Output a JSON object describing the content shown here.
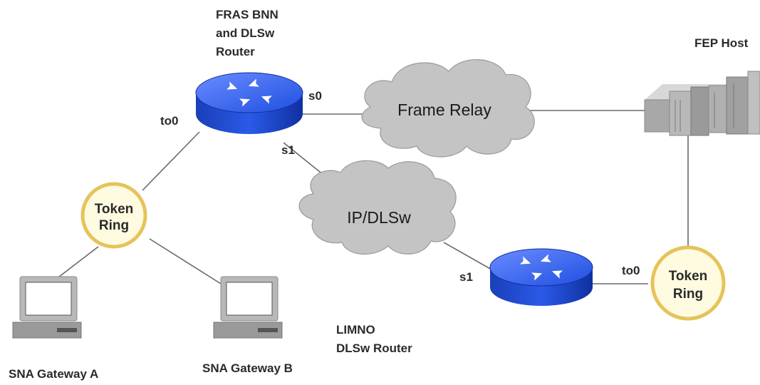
{
  "labels": {
    "router1_line1": "FRAS BNN",
    "router1_line2": "and DLSw",
    "router1_line3": "Router",
    "fep_host": "FEP Host",
    "frame_relay": "Frame Relay",
    "ip_dlsw": "IP/DLSw",
    "token_ring_left_line1": "Token",
    "token_ring_left_line2": "Ring",
    "token_ring_right_line1": "Token",
    "token_ring_right_line2": "Ring",
    "router2_line1": "LIMNO",
    "router2_line2": "DLSw Router",
    "gateway_a": "SNA Gateway A",
    "gateway_b": "SNA Gateway B"
  },
  "interfaces": {
    "r1_to0": "to0",
    "r1_s0": "s0",
    "r1_s1": "s1",
    "r2_s1": "s1",
    "r2_to0": "to0"
  },
  "colors": {
    "router_blue": "#1f4fe0",
    "cloud_gray": "#c4c4c4",
    "token_ring_fill": "#fffbe0",
    "token_ring_border": "#e6c35a"
  }
}
